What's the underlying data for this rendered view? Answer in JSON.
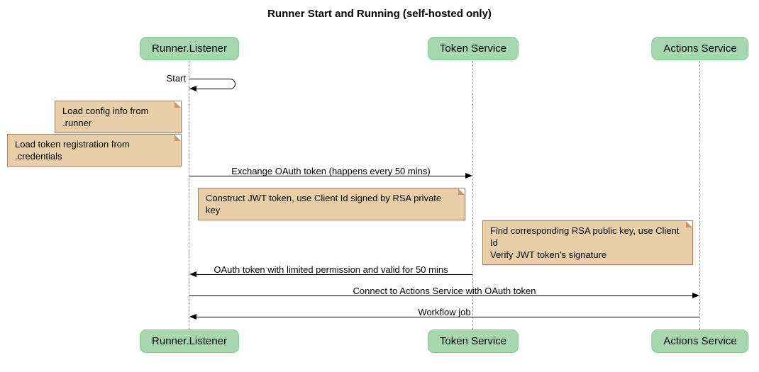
{
  "title": "Runner Start and Running (self-hosted only)",
  "participants": [
    {
      "name": "Runner.Listener"
    },
    {
      "name": "Token Service"
    },
    {
      "name": "Actions Service"
    }
  ],
  "messages": {
    "start": "Start",
    "exchange": "Exchange OAuth token (happens every 50 mins)",
    "oauth_return": "OAuth token with limited permission and valid for 50 mins",
    "connect": "Connect to Actions Service with OAuth token",
    "workflow": "Workflow job"
  },
  "notes": [
    {
      "text": "Load config info from .runner"
    },
    {
      "text": "Load token registration from .credentials"
    },
    {
      "text": "Construct JWT token, use Client Id signed by RSA private key"
    },
    {
      "text": "Find corresponding RSA public key, use Client Id\nVerify JWT token's signature"
    }
  ],
  "colors": {
    "participant_fill": "#A6D7AE",
    "participant_border": "#89C997",
    "note_fill": "#E9CFA9",
    "note_border": "#A6835E",
    "note_fold": "#C49A6C"
  }
}
